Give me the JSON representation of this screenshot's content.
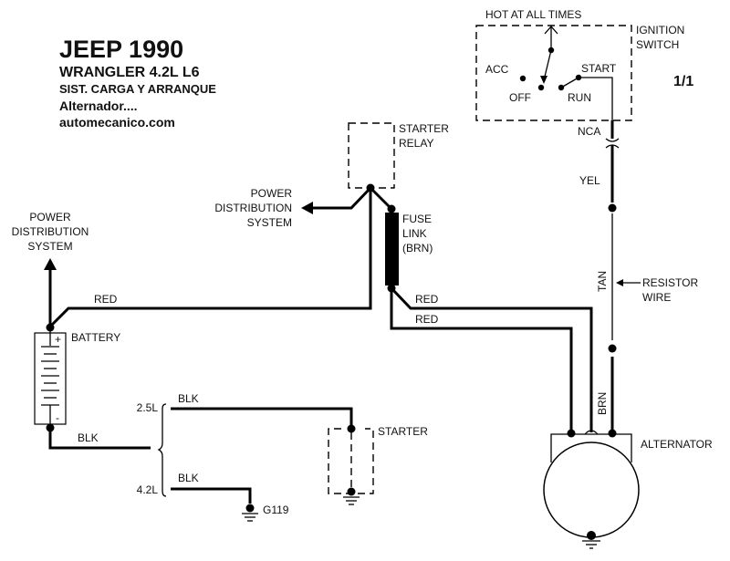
{
  "header": {
    "make_year": "JEEP 1990",
    "model": "WRANGLER  4.2L  L6",
    "system": "SIST. CARGA  Y ARRANQUE",
    "subtitle": "Alternador....",
    "website": "automecanico.com"
  },
  "page_indicator": "1/1",
  "ignition_switch": {
    "label_line1": "IGNITION",
    "label_line2": "SWITCH",
    "hot_label": "HOT AT ALL TIMES",
    "positions": [
      "ACC",
      "OFF",
      "RUN",
      "START"
    ],
    "connector": "NCA"
  },
  "starter_relay": {
    "label_line1": "STARTER",
    "label_line2": "RELAY"
  },
  "power_distribution_right": {
    "line1": "POWER",
    "line2": "DISTRIBUTION",
    "line3": "SYSTEM"
  },
  "power_distribution_left": {
    "line1": "POWER",
    "line2": "DISTRIBUTION",
    "line3": "SYSTEM"
  },
  "fuse_link": {
    "line1": "FUSE",
    "line2": "LINK",
    "line3": "(BRN)"
  },
  "battery": {
    "label": "BATTERY",
    "plus": "+",
    "minus": "-"
  },
  "wires": {
    "battery_red": "RED",
    "fuse_red_1": "RED",
    "fuse_red_2": "RED",
    "battery_blk": "BLK",
    "blk_25": "BLK",
    "blk_42": "BLK",
    "yel": "YEL",
    "tan": "TAN",
    "brn": "BRN"
  },
  "engine_options": {
    "opt1": "2.5L",
    "opt2": "4.2L"
  },
  "starter": {
    "label": "STARTER"
  },
  "ground": {
    "label": "G119"
  },
  "resistor_wire": {
    "line1": "RESISTOR",
    "line2": "WIRE"
  },
  "alternator": {
    "label": "ALTERNATOR"
  }
}
